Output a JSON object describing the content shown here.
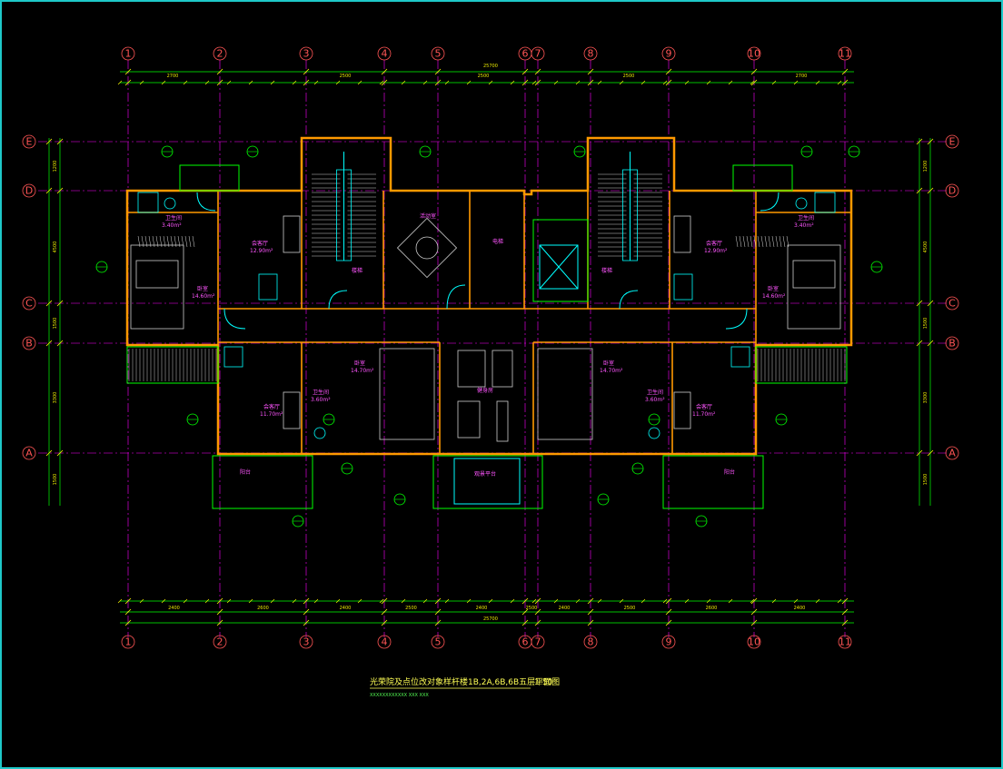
{
  "drawing": {
    "title": "光荣院及点位改对象样杆楼1B,2A,6B,6B五层平面图",
    "scale": "1:50",
    "subtitle": "XXXXXXXXXXXX XXX XXX",
    "total_dim": "25700"
  },
  "grid_columns": [
    "1",
    "2",
    "3",
    "4",
    "5",
    "6",
    "7",
    "8",
    "9",
    "10",
    "11"
  ],
  "grid_rows": [
    "E",
    "D",
    "C",
    "B",
    "A"
  ],
  "top_dims": [
    "2700",
    "2500",
    "2500",
    "2500",
    "2700"
  ],
  "bottom_dims": [
    "2400",
    "2600",
    "2400",
    "2500",
    "2400",
    "2500",
    "2400",
    "2500",
    "2600",
    "2400"
  ],
  "side_dims": [
    "1200",
    "4500",
    "1500",
    "3300",
    "1500"
  ],
  "rooms": {
    "living_left": {
      "name": "会客厅",
      "area": "12.90m²"
    },
    "living_right": {
      "name": "会客厅",
      "area": "12.90m²"
    },
    "bed_left": {
      "name": "卧室",
      "area": "14.60m²"
    },
    "bed_right": {
      "name": "卧室",
      "area": "14.60m²"
    },
    "bath_left": {
      "name": "卫生间",
      "area": "3.40m²"
    },
    "bath_right": {
      "name": "卫生间",
      "area": "3.40m²"
    },
    "living_lower_left": {
      "name": "会客厅",
      "area": "11.70m²"
    },
    "living_lower_right": {
      "name": "会客厅",
      "area": "11.70m²"
    },
    "bed_lower_left": {
      "name": "卧室",
      "area": "14.70m²"
    },
    "bed_lower_right": {
      "name": "卧室",
      "area": "14.70m²"
    },
    "bath_lower_left": {
      "name": "卫生间",
      "area": "3.60m²"
    },
    "bath_lower_right": {
      "name": "卫生间",
      "area": "3.60m²"
    },
    "activity": {
      "name": "活动室"
    },
    "fitness": {
      "name": "健身房"
    },
    "stair_left": {
      "name": "楼梯"
    },
    "stair_right": {
      "name": "楼梯"
    },
    "elevator": {
      "name": "电梯"
    },
    "balcony_left": {
      "name": "阳台"
    },
    "balcony_right": {
      "name": "阳台"
    },
    "platform": {
      "name": "观景平台"
    }
  },
  "colors": {
    "border": "#1ec8c8",
    "grid_line": "#ff00ff",
    "dim": "#e8e800",
    "wall": "#ff9900",
    "inner": "#00ff00",
    "cyan": "#00ffff",
    "text_pink": "#ff55ff"
  }
}
